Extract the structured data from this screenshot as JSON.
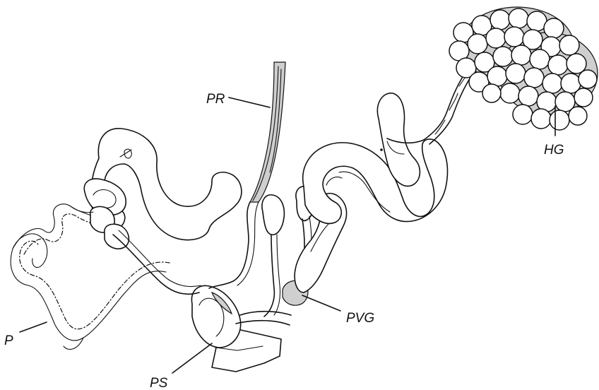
{
  "labels": {
    "pr": "PR",
    "hg": "HG",
    "p": "P",
    "ps": "PS",
    "pvg": "PVG"
  }
}
